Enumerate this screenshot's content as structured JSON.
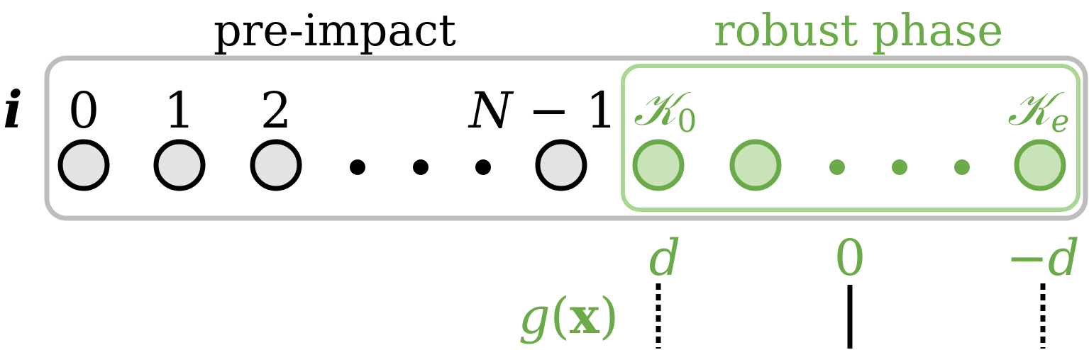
{
  "colors": {
    "black": "#000000",
    "gray_box": "#bdbdbd",
    "gray_node_fill": "#e3e3e3",
    "green": "#6aaa48",
    "green_box": "#a9d692",
    "green_node_fill": "#c9e3b8"
  },
  "labels": {
    "pre_impact": "pre-impact",
    "robust_phase": "robust phase",
    "index_symbol": "i",
    "g_func": "g",
    "g_open": "(",
    "g_arg": "x",
    "g_close": ")"
  },
  "pre_impact": {
    "node_labels": [
      "0",
      "1",
      "2"
    ],
    "last_label_var": "N",
    "last_label_rest": " − 1",
    "node_count_shown": 4,
    "ellipsis": [
      "•",
      "•",
      "•"
    ]
  },
  "robust": {
    "first_label_main": "𝒦",
    "first_label_sub": "0",
    "last_label_main": "𝒦",
    "last_label_sub": "e",
    "node_count_shown": 3,
    "ellipsis": [
      "•",
      "•",
      "•"
    ]
  },
  "g_values": [
    {
      "label": "d",
      "italic": true,
      "line": "dotted"
    },
    {
      "label": "0",
      "italic": false,
      "line": "solid"
    },
    {
      "label": "−d",
      "italic": true,
      "line": "dotted"
    }
  ]
}
